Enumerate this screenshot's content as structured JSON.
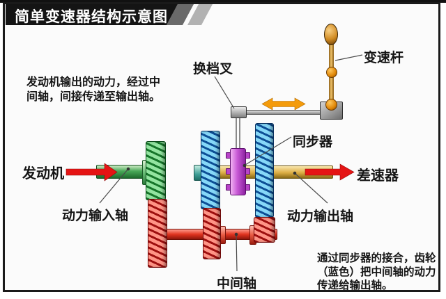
{
  "header": {
    "title": "简单变速器结构示意图"
  },
  "notes": {
    "top_left": "发动机输出的动力，经过中\n间轴，间接传递至输出轴。",
    "bottom_right": "通过同步器的接合，齿轮\n（蓝色）把中间轴的动力\n传递给输出轴。"
  },
  "labels": {
    "engine": "发动机",
    "input_shaft": "动力输入轴",
    "counter_shaft": "中间轴",
    "shift_fork": "换档叉",
    "synchronizer": "同步器",
    "gear_lever": "变速杆",
    "differential": "差速器",
    "output_shaft": "动力输出轴"
  },
  "colors": {
    "banner_black": "#141414",
    "stripe_dark_gray": "#6a6a6a",
    "stripe_light_gray": "#b2b2b2",
    "gear_green": "#2f9e3f",
    "gear_blue": "#1e6fc0",
    "gear_red": "#d42020",
    "synchronizer_purple": "#b040c0",
    "output_shaft_yellow": "#dcae44",
    "power_arrow_red": "#e51414",
    "slide_arrow_orange": "#f49b0b"
  }
}
